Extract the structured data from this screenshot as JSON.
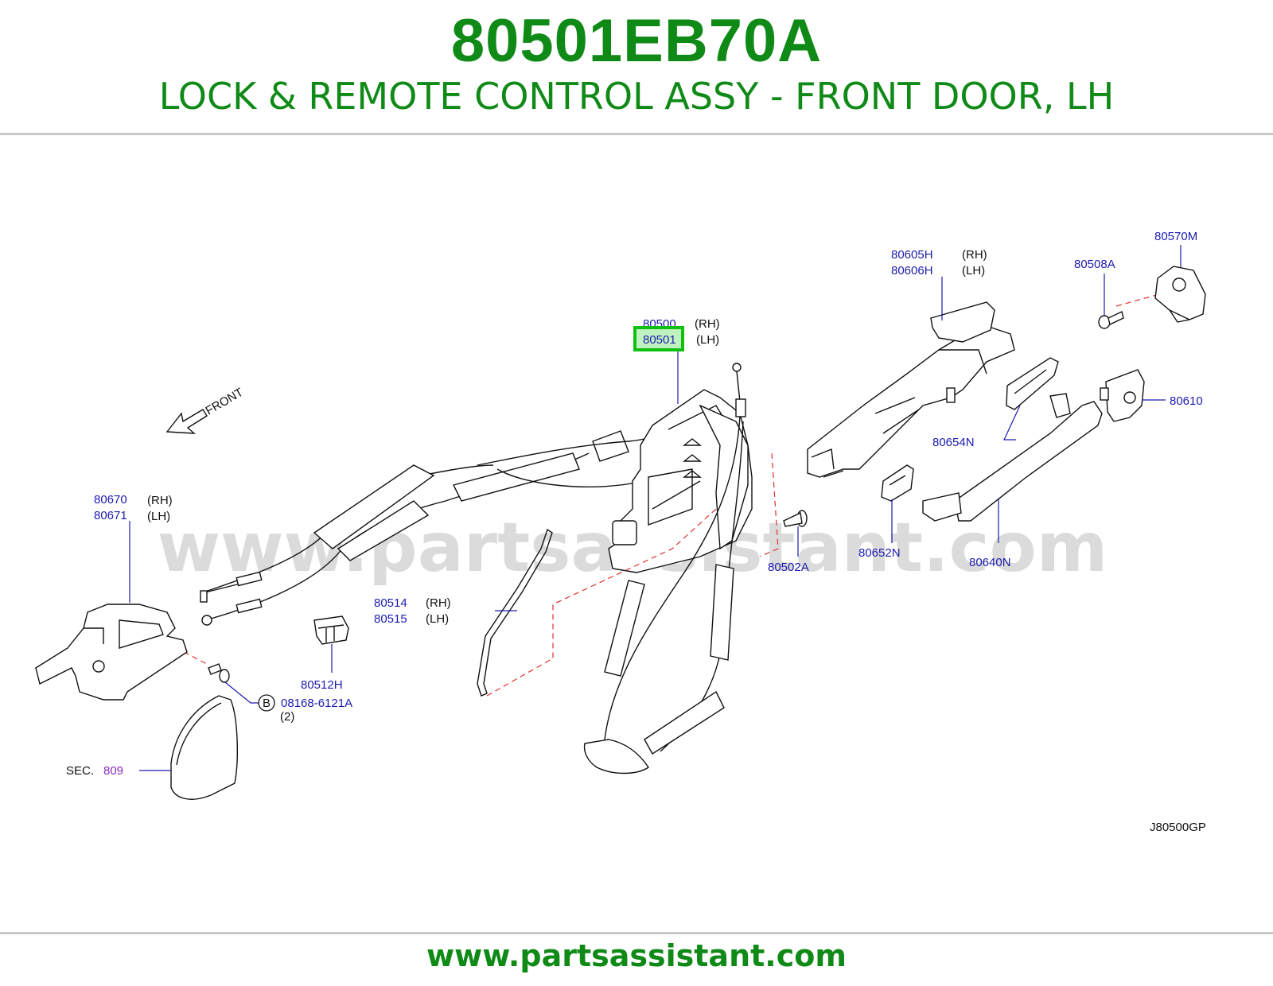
{
  "header": {
    "part_number": "80501EB70A",
    "title": "LOCK & REMOTE CONTROL ASSY - FRONT DOOR, LH"
  },
  "watermark": "www.partsassistant.com",
  "footer": {
    "url": "www.partsassistant.com"
  },
  "colors": {
    "brand_green": "#0f8a17",
    "callout_blue": "#1b1bb0",
    "sec_purple": "#8a2bc0",
    "highlight_box": "#10c010"
  },
  "diagram": {
    "front_label": "FRONT",
    "drawing_code": "J80500GP",
    "sec_prefix": "SEC.",
    "sec_number": "809",
    "bolt_circle_letter": "B",
    "bolt_qty": "(2)",
    "callouts": {
      "c80500": "80500",
      "c80500_side": "(RH)",
      "c80501": "80501",
      "c80501_side": "(LH)",
      "c80605H": "80605H",
      "c80605H_side": "(RH)",
      "c80606H": "80606H",
      "c80606H_side": "(LH)",
      "c80508A": "80508A",
      "c80570M": "80570M",
      "c80610": "80610",
      "c80654N": "80654N",
      "c80652N": "80652N",
      "c80640N": "80640N",
      "c80502A": "80502A",
      "c80670": "80670",
      "c80670_side": "(RH)",
      "c80671": "80671",
      "c80671_side": "(LH)",
      "c80514": "80514",
      "c80514_side": "(RH)",
      "c80515": "80515",
      "c80515_side": "(LH)",
      "c80512H": "80512H",
      "c08168": "08168-6121A"
    }
  }
}
